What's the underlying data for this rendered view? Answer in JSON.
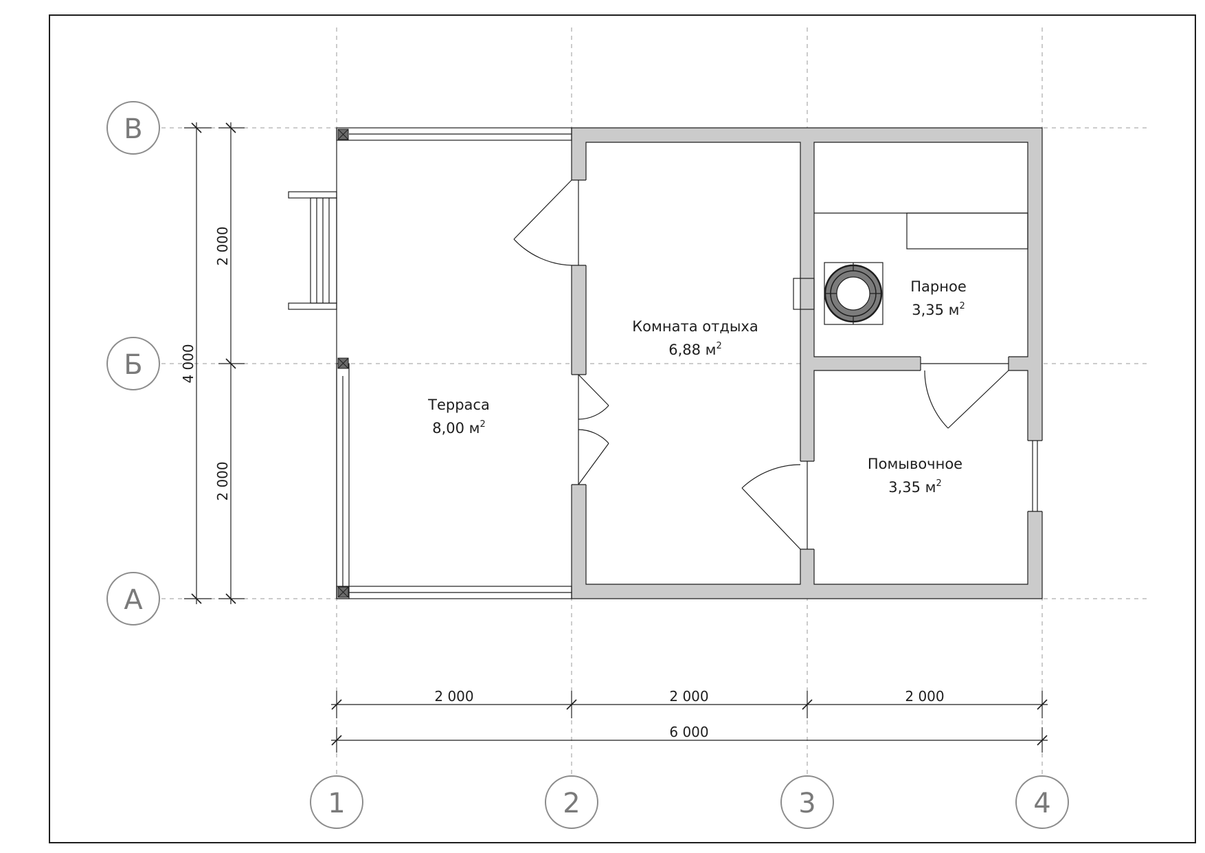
{
  "axes": {
    "rows": [
      "В",
      "Б",
      "А"
    ],
    "columns": [
      "1",
      "2",
      "3",
      "4"
    ]
  },
  "dimensions": {
    "bottom_spans": [
      "2 000",
      "2 000",
      "2 000"
    ],
    "bottom_total": "6 000",
    "left_spans": [
      "2 000",
      "2 000"
    ],
    "left_total": "4 000"
  },
  "rooms": {
    "terrace": {
      "name": "Терраса",
      "area": "8,00 м",
      "unit_exp": "2"
    },
    "lounge": {
      "name": "Комната отдыха",
      "area": "6,88 м",
      "unit_exp": "2"
    },
    "steam": {
      "name": "Парное",
      "area": "3,35 м",
      "unit_exp": "2"
    },
    "wash": {
      "name": "Помывочное",
      "area": "3,35 м",
      "unit_exp": "2"
    }
  },
  "colors": {
    "wall_fill": "#cbcbcb",
    "line": "#1e1e1e",
    "axis_bubble": "#8c8c8c"
  }
}
